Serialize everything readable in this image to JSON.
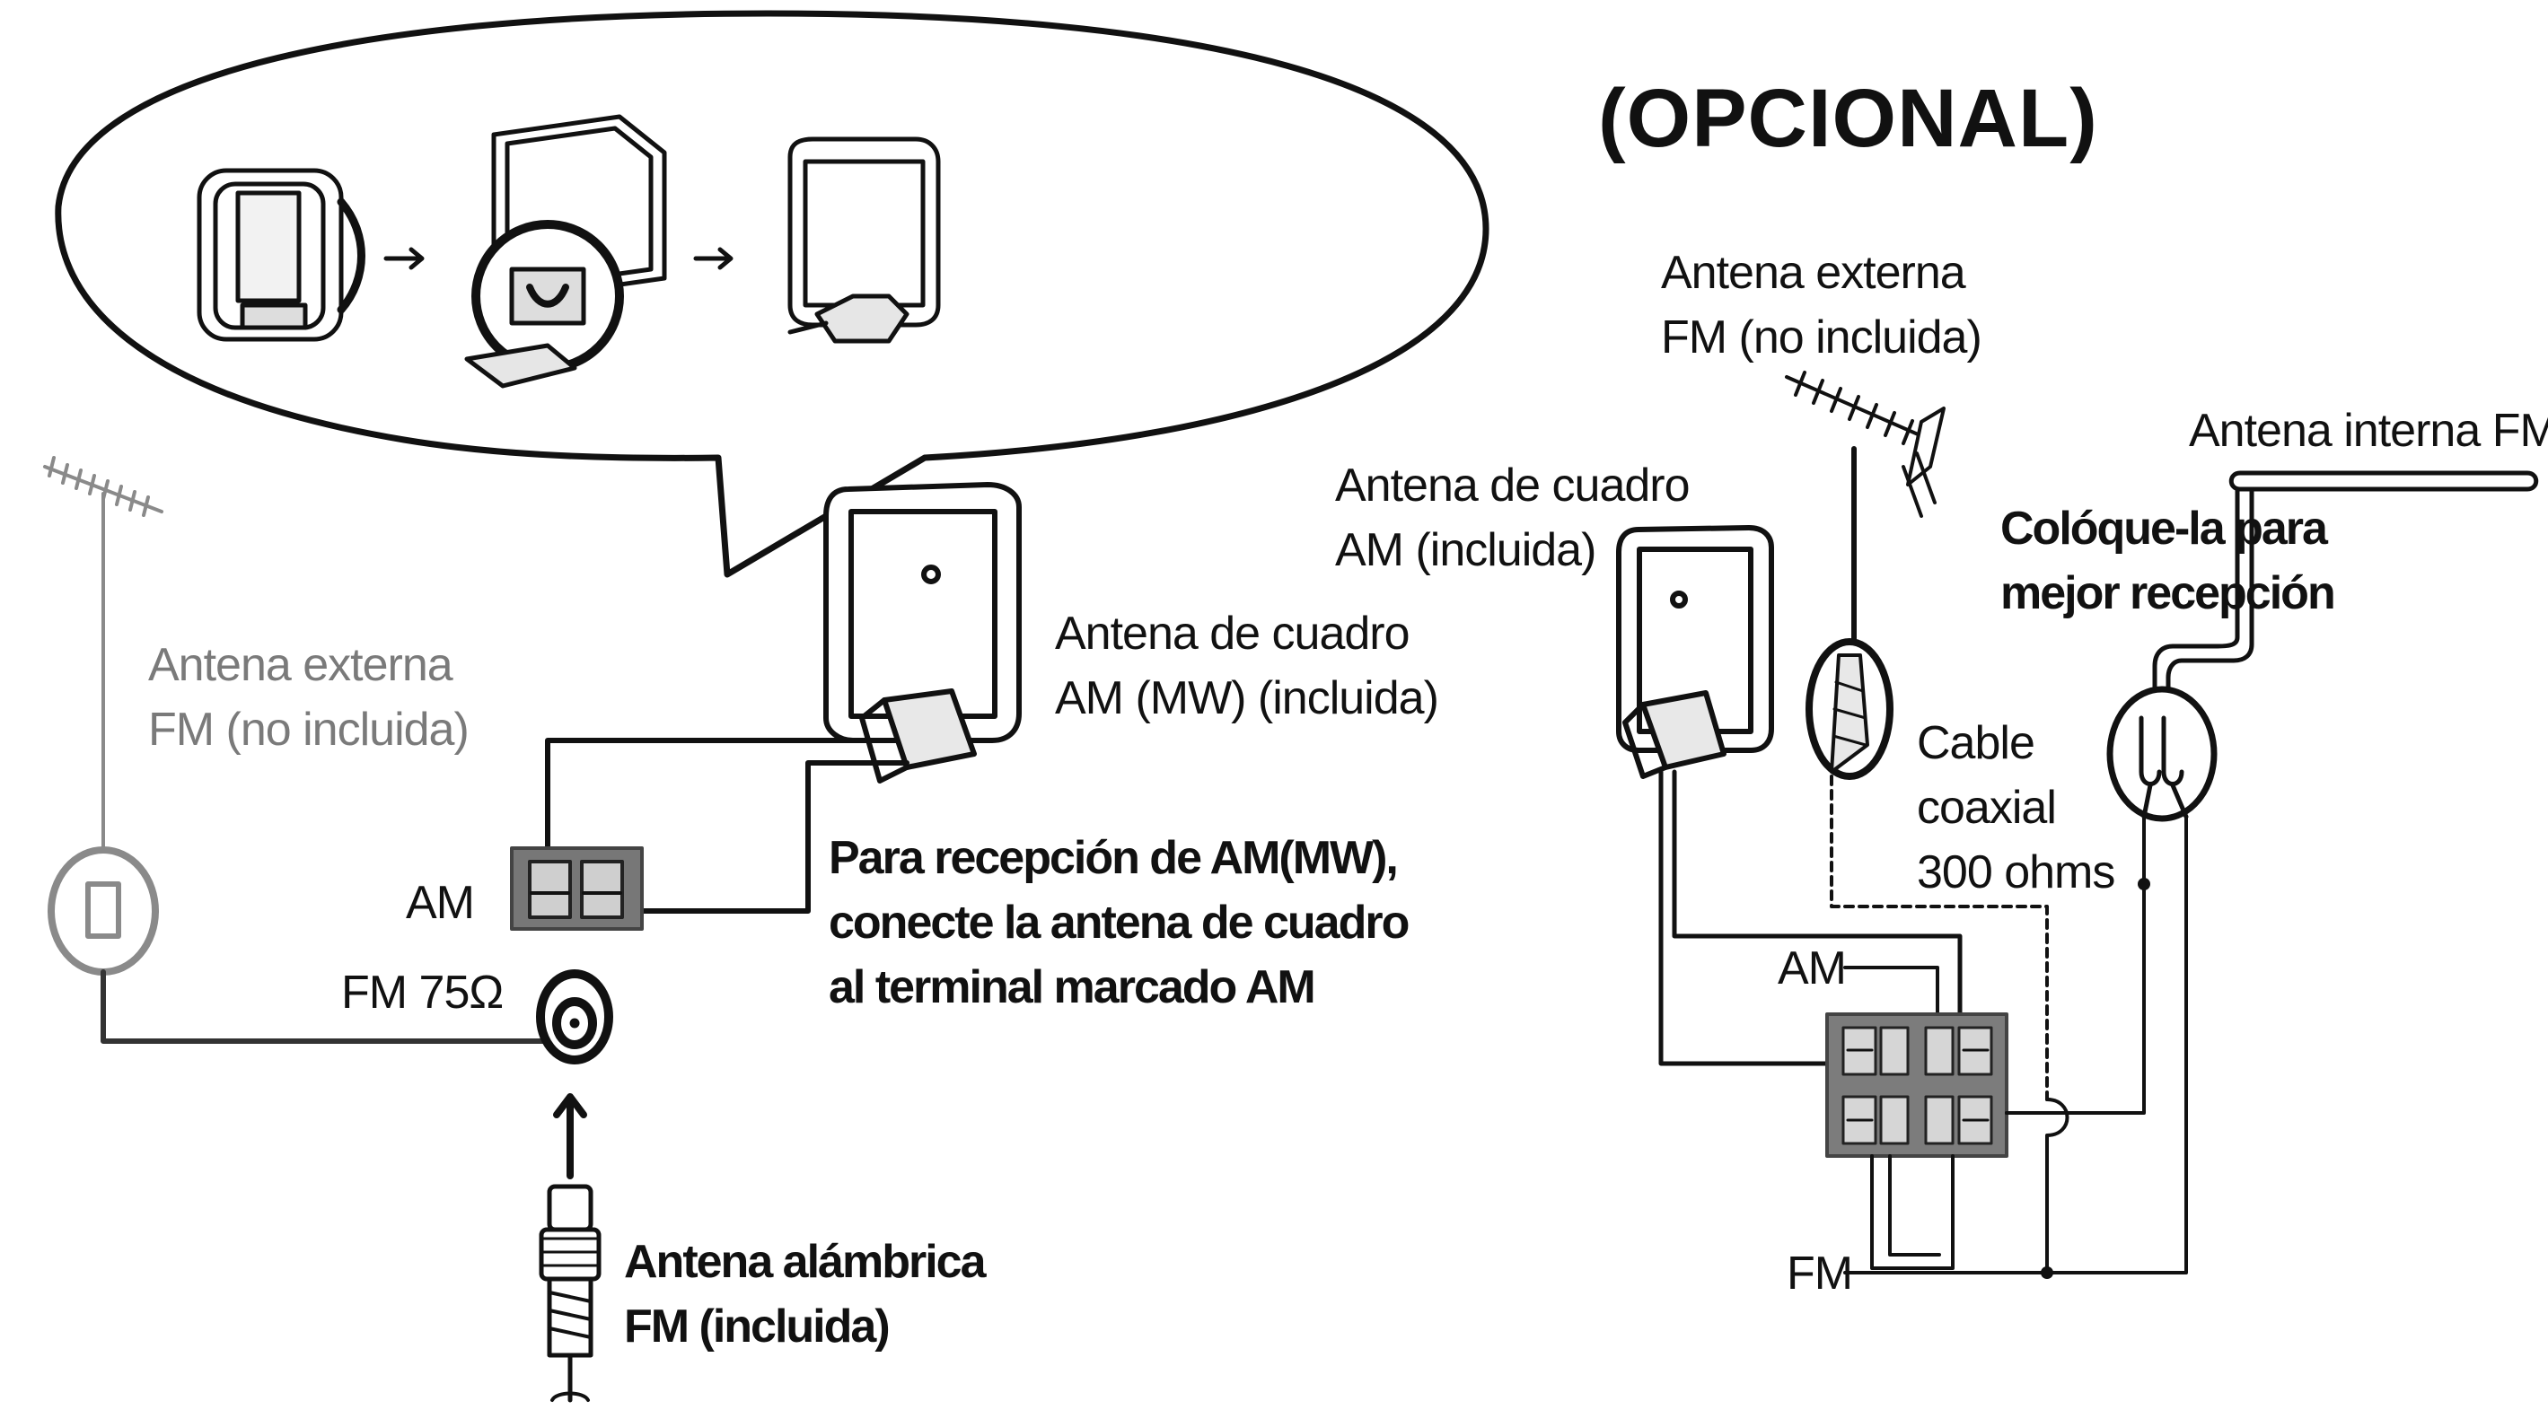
{
  "left_panel": {
    "external_fm_antenna": [
      "Antena externa",
      "FM (no incluida)"
    ],
    "am_loop_antenna": [
      "Antena de cuadro",
      "AM (MW) (incluida)"
    ],
    "am_terminal": "AM",
    "fm_terminal": "FM 75Ω",
    "am_instruction": [
      "Para recepción de AM(MW),",
      "conecte la antena de cuadro",
      "al terminal marcado AM"
    ],
    "fm_wire_antenna": [
      "Antena alámbrica",
      "FM (incluida)"
    ]
  },
  "right_panel": {
    "title": "(OPCIONAL)",
    "external_fm_antenna": [
      "Antena externa",
      "FM (no incluida)"
    ],
    "am_loop_antenna": [
      "Antena de cuadro",
      "AM (incluida)"
    ],
    "indoor_fm_antenna": "Antena interna FM",
    "placement_note": [
      "Colóque-la para",
      "mejor recepción"
    ],
    "coax_cable": [
      "Cable",
      "coaxial",
      "300 ohms"
    ],
    "am_terminal": "AM",
    "fm_terminal": "FM"
  }
}
